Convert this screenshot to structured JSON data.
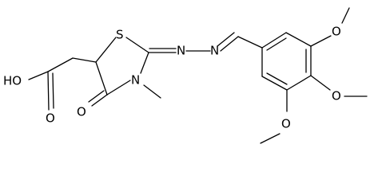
{
  "atoms": {
    "hydroxyl": "HO",
    "acid_carbonyl_oxygen": "O",
    "ring_carbonyl_oxygen": "O",
    "sulfur": "S",
    "ring_nitrogen": "N",
    "hydrazone_n1": "N",
    "hydrazone_n2": "N",
    "methoxy_top_oxygen": "O",
    "methoxy_mid_oxygen": "O",
    "methoxy_bottom_oxygen": "O"
  },
  "colors": {
    "bond": "#000000",
    "background": "#ffffff"
  }
}
